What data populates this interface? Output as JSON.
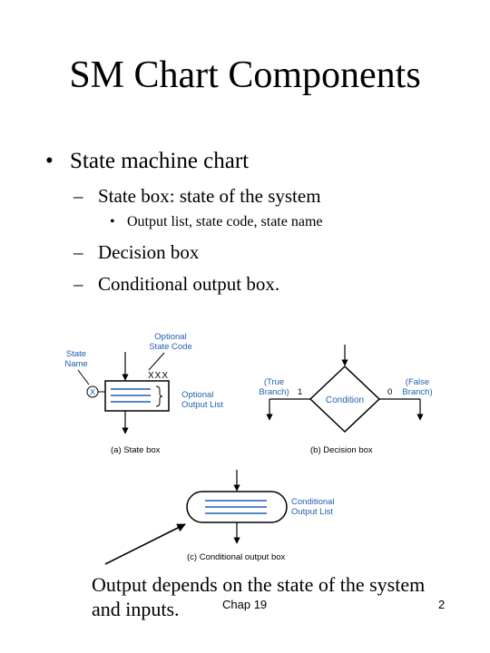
{
  "slide": {
    "title": "SM Chart Components",
    "bullet_glyph": "•",
    "dash_glyph": "–",
    "bullets": {
      "level1": "State machine chart",
      "state_box": "State box: state of the system",
      "state_box_sub": "Output list, state code, state name",
      "decision_box": "Decision box",
      "conditional_box": "Conditional output box."
    },
    "caption_line1": "Output depends on the state of the system",
    "caption_line2": "and inputs.",
    "footer_chapter": "Chap 19",
    "footer_page": "2"
  },
  "figure": {
    "state_box": {
      "optional_state_code_line1": "Optional",
      "optional_state_code_line2": "State Code",
      "state_name_line1": "State",
      "state_name_line2": "Name",
      "code_value": "XXX",
      "state_symbol": "X",
      "optional_output_list_line1": "Optional",
      "optional_output_list_line2": "Output List",
      "caption": "(a)  State box"
    },
    "decision_box": {
      "true_branch_line1": "(True",
      "true_branch_line2": "Branch)",
      "true_value": "1",
      "false_branch_line1": "(False",
      "false_branch_line2": "Branch)",
      "false_value": "0",
      "condition_label": "Condition",
      "caption": "(b)  Decision box"
    },
    "conditional_box": {
      "label_line1": "Conditional",
      "label_line2": "Output List",
      "caption": "(c)  Conditional output box"
    },
    "colors": {
      "blue": "#1f5fb0",
      "ink": "#000000"
    }
  }
}
